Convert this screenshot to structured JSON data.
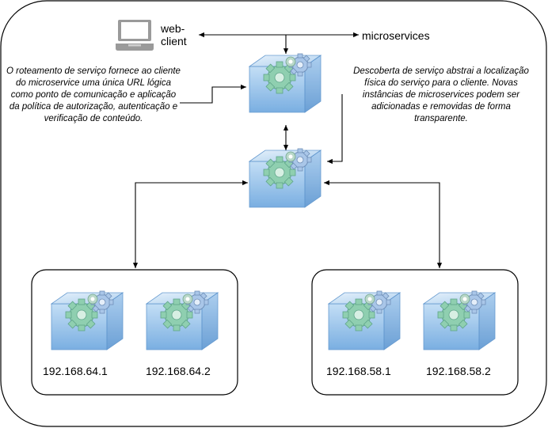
{
  "client": {
    "label": "web-\nclient",
    "icon": "laptop-icon"
  },
  "microservices_label": "microservices",
  "notes": {
    "routing": "O roteamento de serviço fornece ao cliente do microservice uma única URL lógica como ponto de comunicação e aplicação da política de autorização, autenticação e verificação de conteúdo.",
    "discovery": "Descoberta de serviço abstrai a localização física do serviço para o cliente. Novas instâncias de microservices podem ser adicionadas e removidas de forma transparente."
  },
  "clusters": [
    {
      "nodes": [
        "192.168.64.1",
        "192.168.64.2"
      ]
    },
    {
      "nodes": [
        "192.168.58.1",
        "192.168.58.2"
      ]
    }
  ],
  "colors": {
    "cube": "#7fb3e6",
    "gear": "#8fcfb0",
    "line": "#000000"
  }
}
